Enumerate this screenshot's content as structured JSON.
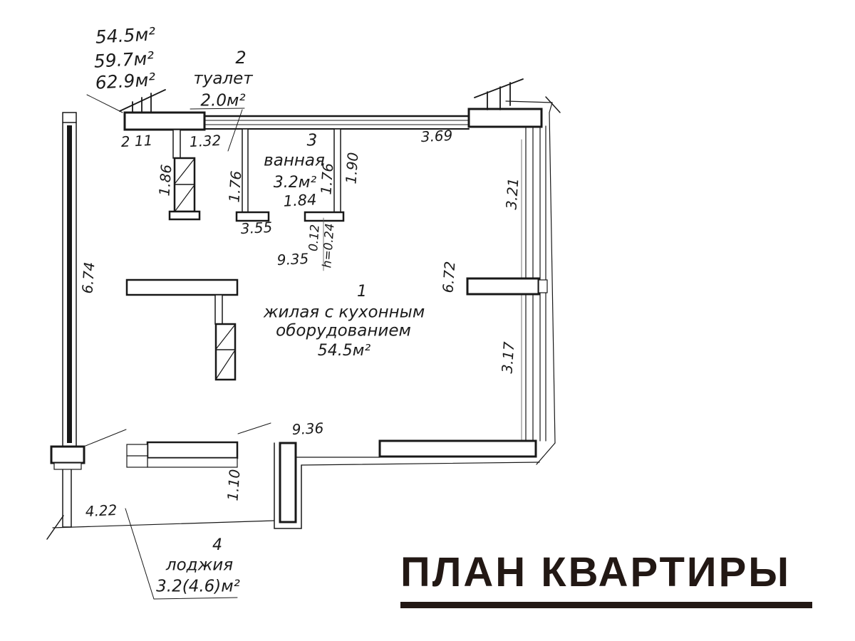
{
  "title": "ПЛАН КВАРТИРЫ",
  "plan": {
    "totals": [
      "54.5м²",
      "59.7м²",
      "62.9м²"
    ],
    "rooms": {
      "living": {
        "number": "1",
        "name_line1": "жилая с кухонным",
        "name_line2": "оборудованием",
        "area": "54.5м²"
      },
      "toilet": {
        "number": "2",
        "name": "туалет",
        "area": "2.0м²"
      },
      "bath": {
        "number": "3",
        "name": "ванная",
        "area": "3.2м²",
        "width": "1.84"
      },
      "loggia": {
        "number": "4",
        "name": "лоджия",
        "area": "3.2(4.6)м²"
      }
    },
    "dims": {
      "d211": "2 11",
      "d132": "1.32",
      "d186": "1.86",
      "d176l": "1.76",
      "d176r": "1.76",
      "d190": "1.90",
      "d355": "3.55",
      "d935": "9.35",
      "d012": "0.12",
      "h024": "h=0.24",
      "d369": "3.69",
      "d321": "3.21",
      "d672": "6.72",
      "d317": "3.17",
      "d674": "6.74",
      "d936": "9.36",
      "d110": "1.10",
      "d422": "4.22"
    }
  }
}
